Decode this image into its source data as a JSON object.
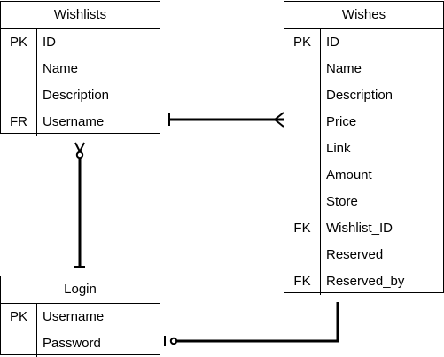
{
  "entities": {
    "wishlists": {
      "title": "Wishlists",
      "rows": [
        {
          "key": "PK",
          "name": "ID"
        },
        {
          "key": "",
          "name": "Name"
        },
        {
          "key": "",
          "name": "Description"
        },
        {
          "key": "FR",
          "name": "Username"
        }
      ]
    },
    "wishes": {
      "title": "Wishes",
      "rows": [
        {
          "key": "PK",
          "name": "ID"
        },
        {
          "key": "",
          "name": "Name"
        },
        {
          "key": "",
          "name": "Description"
        },
        {
          "key": "",
          "name": "Price"
        },
        {
          "key": "",
          "name": "Link"
        },
        {
          "key": "",
          "name": "Amount"
        },
        {
          "key": "",
          "name": "Store"
        },
        {
          "key": "FK",
          "name": "Wishlist_ID"
        },
        {
          "key": "",
          "name": "Reserved"
        },
        {
          "key": "FK",
          "name": "Reserved_by"
        }
      ]
    },
    "login": {
      "title": "Login",
      "rows": [
        {
          "key": "PK",
          "name": "Username"
        },
        {
          "key": "",
          "name": "Password"
        }
      ]
    }
  },
  "relationships": [
    {
      "from": "Wishlists",
      "to": "Wishes",
      "from_end": "one",
      "to_end": "many"
    },
    {
      "from": "Login",
      "to": "Wishlists",
      "from_end": "one",
      "to_end": "zero-or-many"
    },
    {
      "from": "Login",
      "to": "Wishes",
      "from_end": "zero-or-one",
      "to_end": "none"
    }
  ]
}
